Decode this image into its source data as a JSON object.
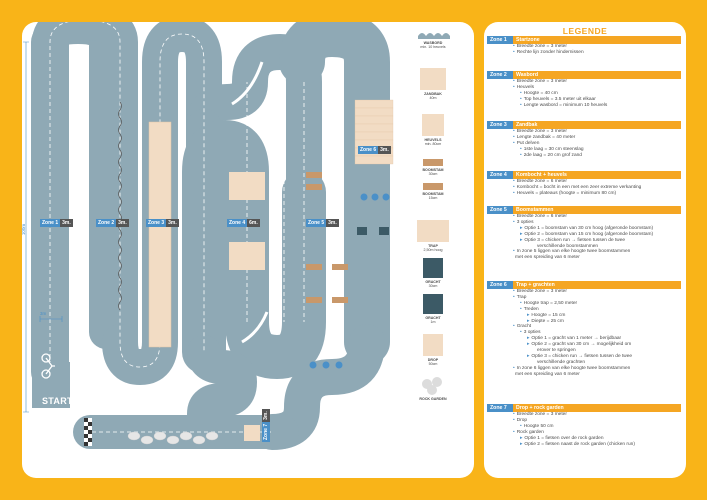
{
  "legend": {
    "title": "LEGENDE",
    "sections": [
      {
        "zone": "Zone 1",
        "label": "Startzone",
        "lines": [
          {
            "lvl": 1,
            "b": "•",
            "t": "Breedte zone = 3 meter"
          },
          {
            "lvl": 1,
            "b": "•",
            "t": "Rechte lijn zonder hindernissen"
          }
        ]
      },
      {
        "zone": "Zone 2",
        "label": "Wasbord",
        "lines": [
          {
            "lvl": 1,
            "b": "•",
            "t": "Breedte zone = 3 meter"
          },
          {
            "lvl": 1,
            "b": "•",
            "t": "Heuvels"
          },
          {
            "lvl": 2,
            "b": "•",
            "t": "Hoogte = 40 cm"
          },
          {
            "lvl": 2,
            "b": "•",
            "t": "Top heuvels = 3.5 meter uit elkaar"
          },
          {
            "lvl": 2,
            "b": "•",
            "t": "Lengte wasbord = minimum 10 heuvels"
          }
        ]
      },
      {
        "zone": "Zone 3",
        "label": "Zandbak",
        "lines": [
          {
            "lvl": 1,
            "b": "•",
            "t": "Breedte zone = 3 meter"
          },
          {
            "lvl": 1,
            "b": "•",
            "t": "Lengte zandbak = 40 meter"
          },
          {
            "lvl": 1,
            "b": "•",
            "t": "Put delven"
          },
          {
            "lvl": 2,
            "b": "•",
            "t": "1ste laag = 30 cm steenslag"
          },
          {
            "lvl": 2,
            "b": "•",
            "t": "2de laag = 20 cm grof zand"
          }
        ]
      },
      {
        "zone": "Zone 4",
        "label": "Kombocht + heuvels",
        "lines": [
          {
            "lvl": 1,
            "b": "•",
            "t": "Breedte zone = 6 meter"
          },
          {
            "lvl": 1,
            "b": "•",
            "t": "Kombocht = bocht in een met een zeer extreme verkanting"
          },
          {
            "lvl": 1,
            "b": "•",
            "t": "Heuvels = plateaus (hoogte = minimum 80 cm)"
          }
        ]
      },
      {
        "zone": "Zone 5",
        "label": "Boomstammen",
        "lines": [
          {
            "lvl": 1,
            "b": "•",
            "t": "Breedte zone = 6 meter"
          },
          {
            "lvl": 1,
            "b": "•",
            "t": "3 opties"
          },
          {
            "lvl": 2,
            "b": "▸",
            "t": "Optie 1 = boomstam van 30 cm hoog (afgeronde boomstam)"
          },
          {
            "lvl": 2,
            "b": "▸",
            "t": "Optie 2 = boomstam van 15 cm hoog (afgeronde boomstam)"
          },
          {
            "lvl": 2,
            "b": "▸",
            "t": "Optie 3 = chicken run → fietsen tussen de twee"
          },
          {
            "lvl": 4,
            "b": "",
            "t": "verschillende boomstammen"
          },
          {
            "lvl": 1,
            "b": "•",
            "t": "In zone 5 liggen van elke hoogte twee boomstammen"
          },
          {
            "lvl": 1,
            "b": "",
            "t": "met een spreiding van 6 meter"
          }
        ]
      },
      {
        "zone": "Zone 6",
        "label": "Trap + grachten",
        "lines": [
          {
            "lvl": 1,
            "b": "•",
            "t": "Breedte zone = 3 meter"
          },
          {
            "lvl": 1,
            "b": "•",
            "t": "Trap"
          },
          {
            "lvl": 2,
            "b": "•",
            "t": "Hoogte trap = 2,50 meter"
          },
          {
            "lvl": 2,
            "b": "•",
            "t": "Treden"
          },
          {
            "lvl": 3,
            "b": "▸",
            "t": "Hoogte = 15 cm"
          },
          {
            "lvl": 3,
            "b": "▸",
            "t": "Diepte = 25 cm"
          },
          {
            "lvl": 1,
            "b": "•",
            "t": "Gracht"
          },
          {
            "lvl": 2,
            "b": "•",
            "t": "3 opties"
          },
          {
            "lvl": 3,
            "b": "▸",
            "t": "Optie 1 = gracht van 1 meter → berijdbaar"
          },
          {
            "lvl": 3,
            "b": "▸",
            "t": "Optie 2 = gracht van 30 cm → mogelijkheid om"
          },
          {
            "lvl": 4,
            "b": "",
            "t": "erover te springen"
          },
          {
            "lvl": 3,
            "b": "▸",
            "t": "Optie 3 = chicken run → fietsen tussen de twee"
          },
          {
            "lvl": 4,
            "b": "",
            "t": "verschillende grachten"
          },
          {
            "lvl": 1,
            "b": "•",
            "t": "In zone 6 liggen van elke hoogte twee boomstammen"
          },
          {
            "lvl": 1,
            "b": "",
            "t": "met een spreiding van 6 meter"
          }
        ]
      },
      {
        "zone": "Zone 7",
        "label": "Drop + rock garden",
        "lines": [
          {
            "lvl": 1,
            "b": "•",
            "t": "Breedte zone = 3 meter"
          },
          {
            "lvl": 1,
            "b": "•",
            "t": "Drop"
          },
          {
            "lvl": 2,
            "b": "•",
            "t": "Hoogte 50 cm"
          },
          {
            "lvl": 1,
            "b": "•",
            "t": "Rock garden"
          },
          {
            "lvl": 2,
            "b": "▸",
            "t": "Optie 1 = fietsen over de rock garden"
          },
          {
            "lvl": 2,
            "b": "▸",
            "t": "Optie 2 = fietsen naast de rock garden (chicken run)"
          }
        ]
      }
    ]
  },
  "obstacles": {
    "wasbord": {
      "name": "WASBORD",
      "sub": "min. 10 heuvels"
    },
    "zandbak": {
      "name": "ZANDBAK",
      "sub": "40m"
    },
    "heuvels": {
      "name": "HEUVELS",
      "sub": "min. 80cm"
    },
    "boomstam30": {
      "name": "BOOMSTAM",
      "sub": "30cm"
    },
    "boomstam15": {
      "name": "BOOMSTAM",
      "sub": "15cm"
    },
    "trap": {
      "name": "TRAP",
      "sub": "2,50m hoog"
    },
    "gracht1": {
      "name": "GRACHT",
      "sub": "30cm"
    },
    "gracht2": {
      "name": "GRACHT",
      "sub": "1m"
    },
    "drop": {
      "name": "DROP",
      "sub": "50cm"
    },
    "rock": {
      "name": "ROCK GARDEN",
      "sub": ""
    }
  },
  "map": {
    "start": "START",
    "dim_length": "100m",
    "dim_width": "3m",
    "zones": {
      "z1": {
        "n": "Zone 1",
        "w": "3m."
      },
      "z2": {
        "n": "Zone 2",
        "w": "3m."
      },
      "z3": {
        "n": "Zone 3",
        "w": "3m."
      },
      "z4": {
        "n": "Zone 4",
        "w": "6m."
      },
      "z5": {
        "n": "Zone 5",
        "w": "3m."
      },
      "z6": {
        "n": "Zone 6",
        "w": "3m."
      },
      "z7": {
        "n": "Zone 7",
        "w": "3m."
      }
    },
    "option_numbers": [
      "1",
      "2",
      "3"
    ]
  },
  "colors": {
    "track": "#8fa9b5",
    "accent": "#4a90c8",
    "orange": "#f5a623",
    "sand": "#f2dcc4",
    "background": "#f9b418"
  }
}
